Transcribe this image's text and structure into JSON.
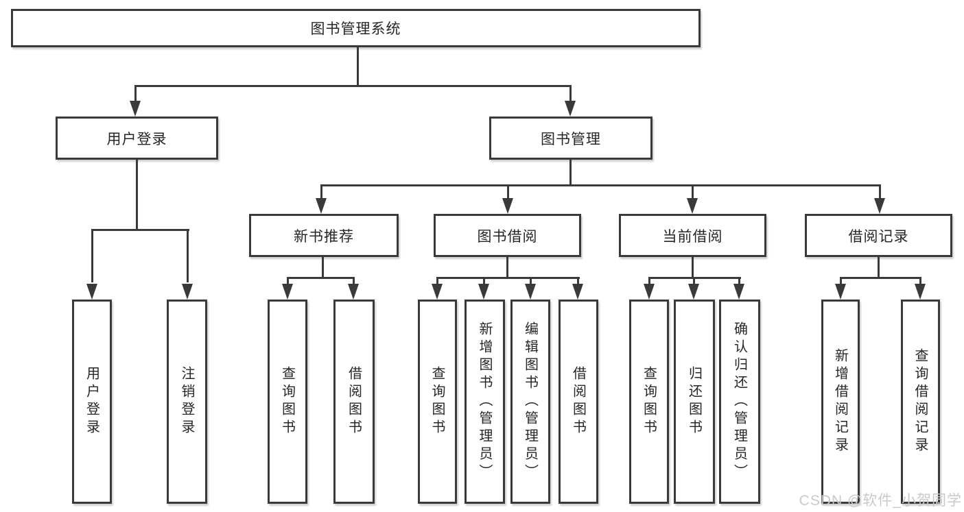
{
  "colors": {
    "line": "#3a3a3a",
    "box_border": "#3a3a3a",
    "box_background": "#ffffff",
    "text": "#262626",
    "watermark": "#c9c9c9",
    "page_background": "#ffffff"
  },
  "diagram": {
    "root": {
      "label": "图书管理系统"
    },
    "branches": [
      {
        "label": "用户登录",
        "children": [
          {
            "label": "用户登录"
          },
          {
            "label": "注销登录"
          }
        ]
      },
      {
        "label": "图书管理",
        "children": [
          {
            "label": "新书推荐",
            "children": [
              {
                "label": "查询图书"
              },
              {
                "label": "借阅图书"
              }
            ]
          },
          {
            "label": "图书借阅",
            "children": [
              {
                "label": "查询图书"
              },
              {
                "label": "新增图书（管理员）"
              },
              {
                "label": "编辑图书（管理员）"
              },
              {
                "label": "借阅图书"
              }
            ]
          },
          {
            "label": "当前借阅",
            "children": [
              {
                "label": "查询图书"
              },
              {
                "label": "归还图书"
              },
              {
                "label": "确认归还（管理员）"
              }
            ]
          },
          {
            "label": "借阅记录",
            "children": [
              {
                "label": "新增借阅记录"
              },
              {
                "label": "查询借阅记录"
              }
            ]
          }
        ]
      }
    ]
  },
  "watermark": {
    "text": "CSDN @软件_小贺同学"
  }
}
